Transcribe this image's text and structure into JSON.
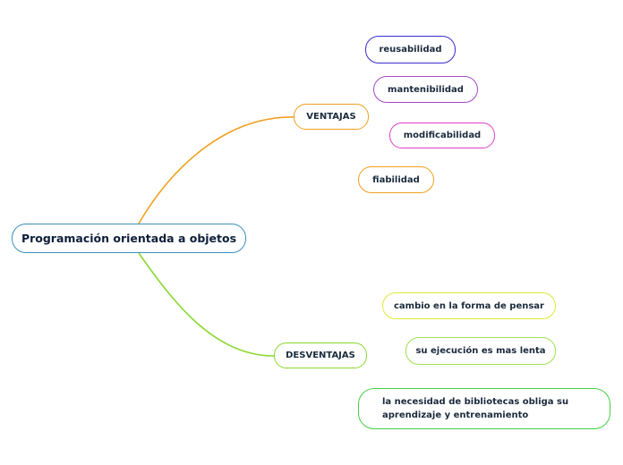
{
  "mindmap": {
    "root": {
      "label": "Programación orientada a objetos",
      "color": "#3a8fc0"
    },
    "branches": [
      {
        "label": "VENTAJAS",
        "color": "#f0a020",
        "children": [
          {
            "label": "reusabilidad",
            "color": "#3a2ccf"
          },
          {
            "label": "mantenibilidad",
            "color": "#a34ac9"
          },
          {
            "label": "modificabilidad",
            "color": "#e040c8"
          },
          {
            "label": "fiabilidad",
            "color": "#f0a020"
          }
        ]
      },
      {
        "label": "DESVENTAJAS",
        "color": "#8ad830",
        "children": [
          {
            "label": "cambio en la forma de pensar",
            "color": "#dde83a"
          },
          {
            "label": "su ejecución es mas lenta",
            "color": "#9de050"
          },
          {
            "label": "la necesidad de bibliotecas obliga su aprendizaje y entrenamiento",
            "color": "#44d044"
          }
        ]
      }
    ]
  }
}
